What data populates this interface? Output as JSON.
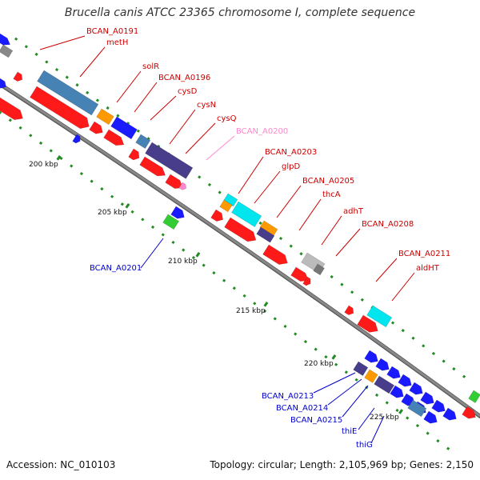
{
  "title": "Brucella canis ATCC 23365 chromosome I, complete sequence",
  "accession": "Accession: NC_010103",
  "topology": "Topology: circular; Length: 2,105,969 bp; Genes: 2,150",
  "colors": {
    "forward_cds": "#ff1a1a",
    "reverse_cds": "#1a1aff",
    "tick": "#228b22",
    "backbone": "#888888",
    "orange_feature": "#ff9900",
    "steelblue_feature": "#4682b4",
    "purple_feature": "#483d8b",
    "cyan_feature": "#00e5ee",
    "gray_feature": "#bbbbbb",
    "green_feature": "#33cc33",
    "pink_label": "#ff88cc"
  },
  "scale_labels": [
    "200 kbp",
    "205 kbp",
    "210 kbp",
    "215 kbp",
    "220 kbp",
    "225 kbp"
  ],
  "gene_labels_forward": [
    "BCAN_A0191",
    "metH",
    "solR",
    "BCAN_A0196",
    "cysD",
    "cysN",
    "cysQ",
    "BCAN_A0200",
    "BCAN_A0203",
    "glpD",
    "BCAN_A0205",
    "thcA",
    "adhT",
    "BCAN_A0208",
    "BCAN_A0211",
    "aldHT"
  ],
  "gene_labels_reverse": [
    "BCAN_A0201",
    "BCAN_A0213",
    "BCAN_A0214",
    "BCAN_A0215",
    "thiE",
    "thiG"
  ]
}
